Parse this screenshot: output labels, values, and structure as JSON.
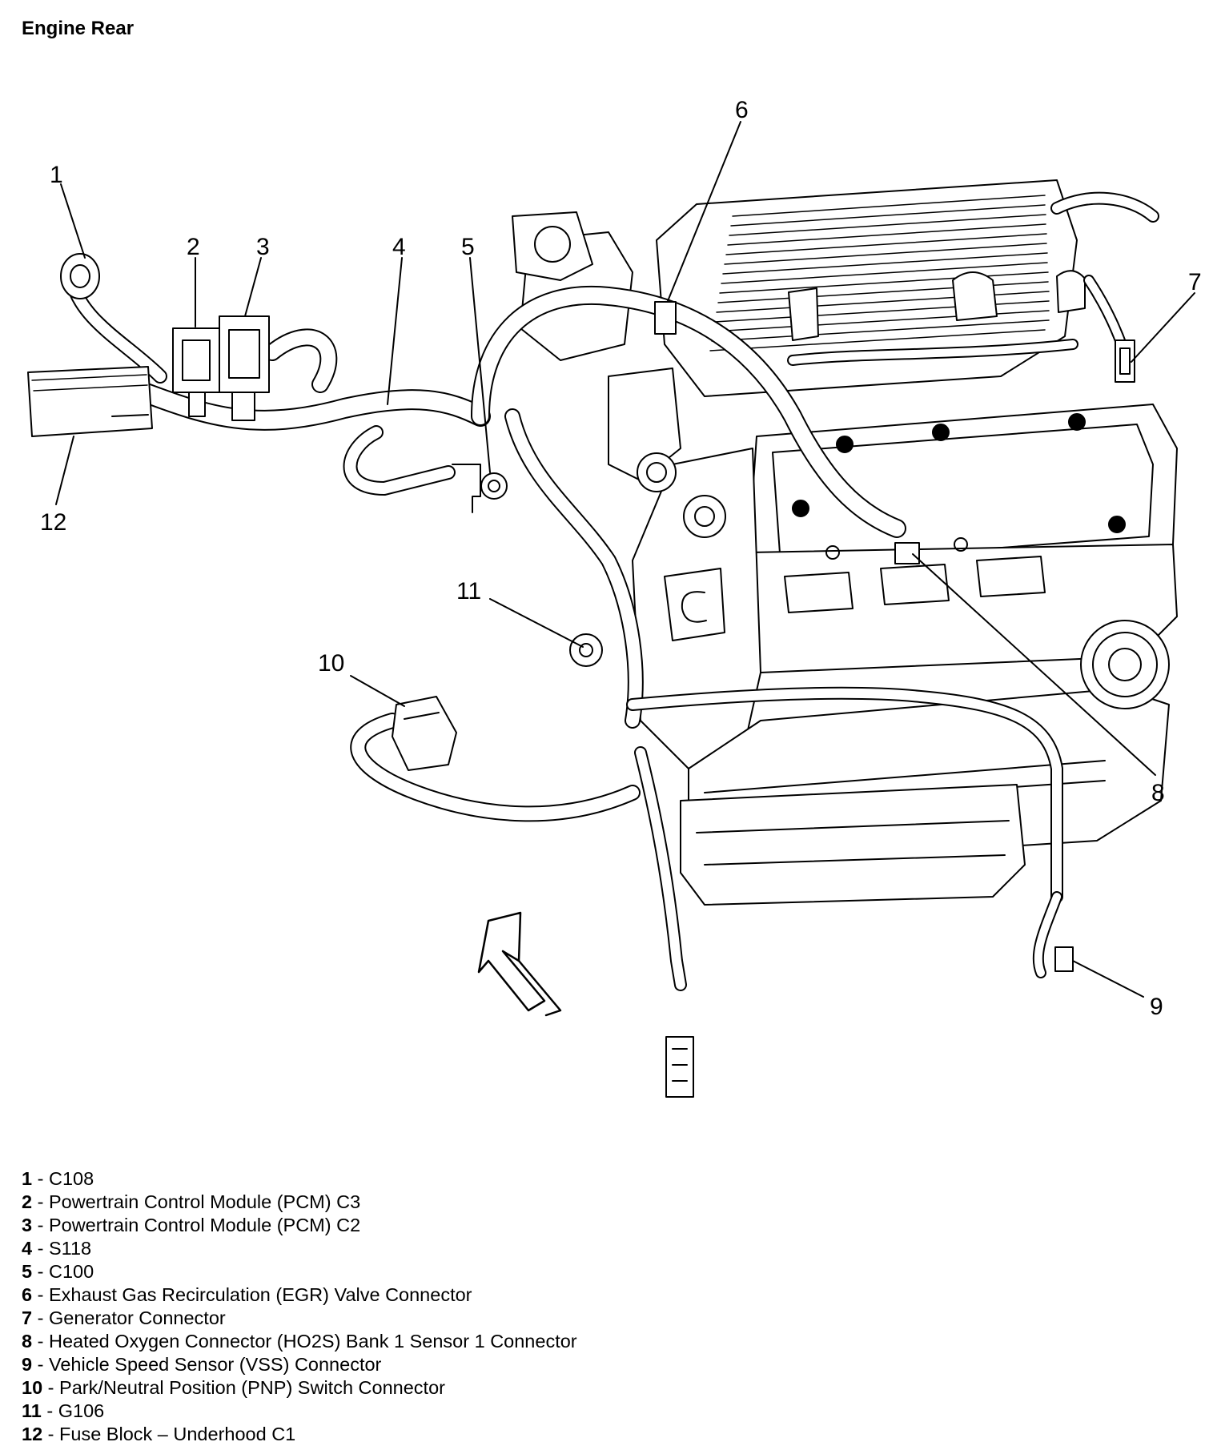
{
  "title": "Engine Rear",
  "callouts": [
    {
      "number": "1"
    },
    {
      "number": "2"
    },
    {
      "number": "3"
    },
    {
      "number": "4"
    },
    {
      "number": "5"
    },
    {
      "number": "6"
    },
    {
      "number": "7"
    },
    {
      "number": "8"
    },
    {
      "number": "9"
    },
    {
      "number": "10"
    },
    {
      "number": "11"
    },
    {
      "number": "12"
    }
  ],
  "legend": [
    {
      "number": "1",
      "label": "C108"
    },
    {
      "number": "2",
      "label": "Powertrain Control Module (PCM) C3"
    },
    {
      "number": "3",
      "label": "Powertrain Control Module (PCM) C2"
    },
    {
      "number": "4",
      "label": "S118"
    },
    {
      "number": "5",
      "label": "C100"
    },
    {
      "number": "6",
      "label": "Exhaust Gas Recirculation (EGR) Valve Connector"
    },
    {
      "number": "7",
      "label": "Generator Connector"
    },
    {
      "number": "8",
      "label": "Heated Oxygen Connector (HO2S) Bank 1 Sensor 1 Connector"
    },
    {
      "number": "9",
      "label": "Vehicle Speed Sensor (VSS) Connector"
    },
    {
      "number": "10",
      "label": "Park/Neutral Position (PNP) Switch Connector"
    },
    {
      "number": "11",
      "label": "G106"
    },
    {
      "number": "12",
      "label": "Fuse Block – Underhood C1"
    }
  ]
}
